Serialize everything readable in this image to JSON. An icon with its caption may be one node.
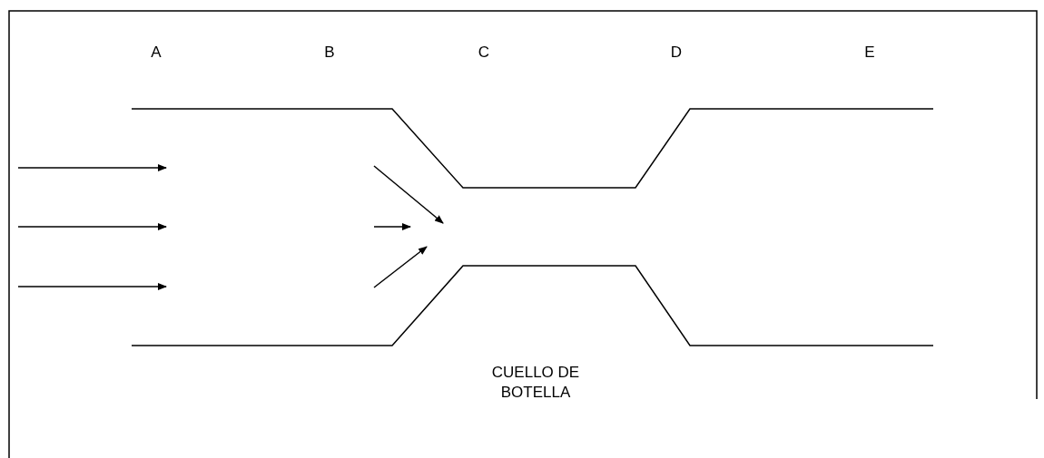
{
  "diagram": {
    "labels": [
      "A",
      "B",
      "C",
      "D",
      "E",
      "CUELLO DE BOTELLA"
    ]
  }
}
